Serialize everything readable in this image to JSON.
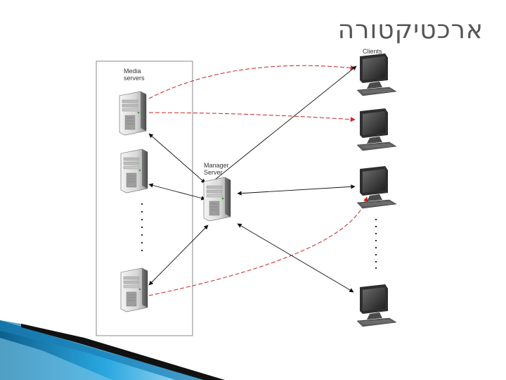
{
  "title": "ארכטיקטורה",
  "labels": {
    "clients": "Clients",
    "media_servers_line1": "Media",
    "media_servers_line2": "servers",
    "manager_line1": "Manager",
    "manager_line2": "Server"
  },
  "colors": {
    "title": "#555555",
    "dashed_link": "#cc2222",
    "solid_link": "#111111",
    "accent_blue": "#1e9bd7",
    "dark_stripe": "#111111"
  },
  "icons": [
    "server-icon",
    "monitor-icon",
    "vertical-dots"
  ]
}
